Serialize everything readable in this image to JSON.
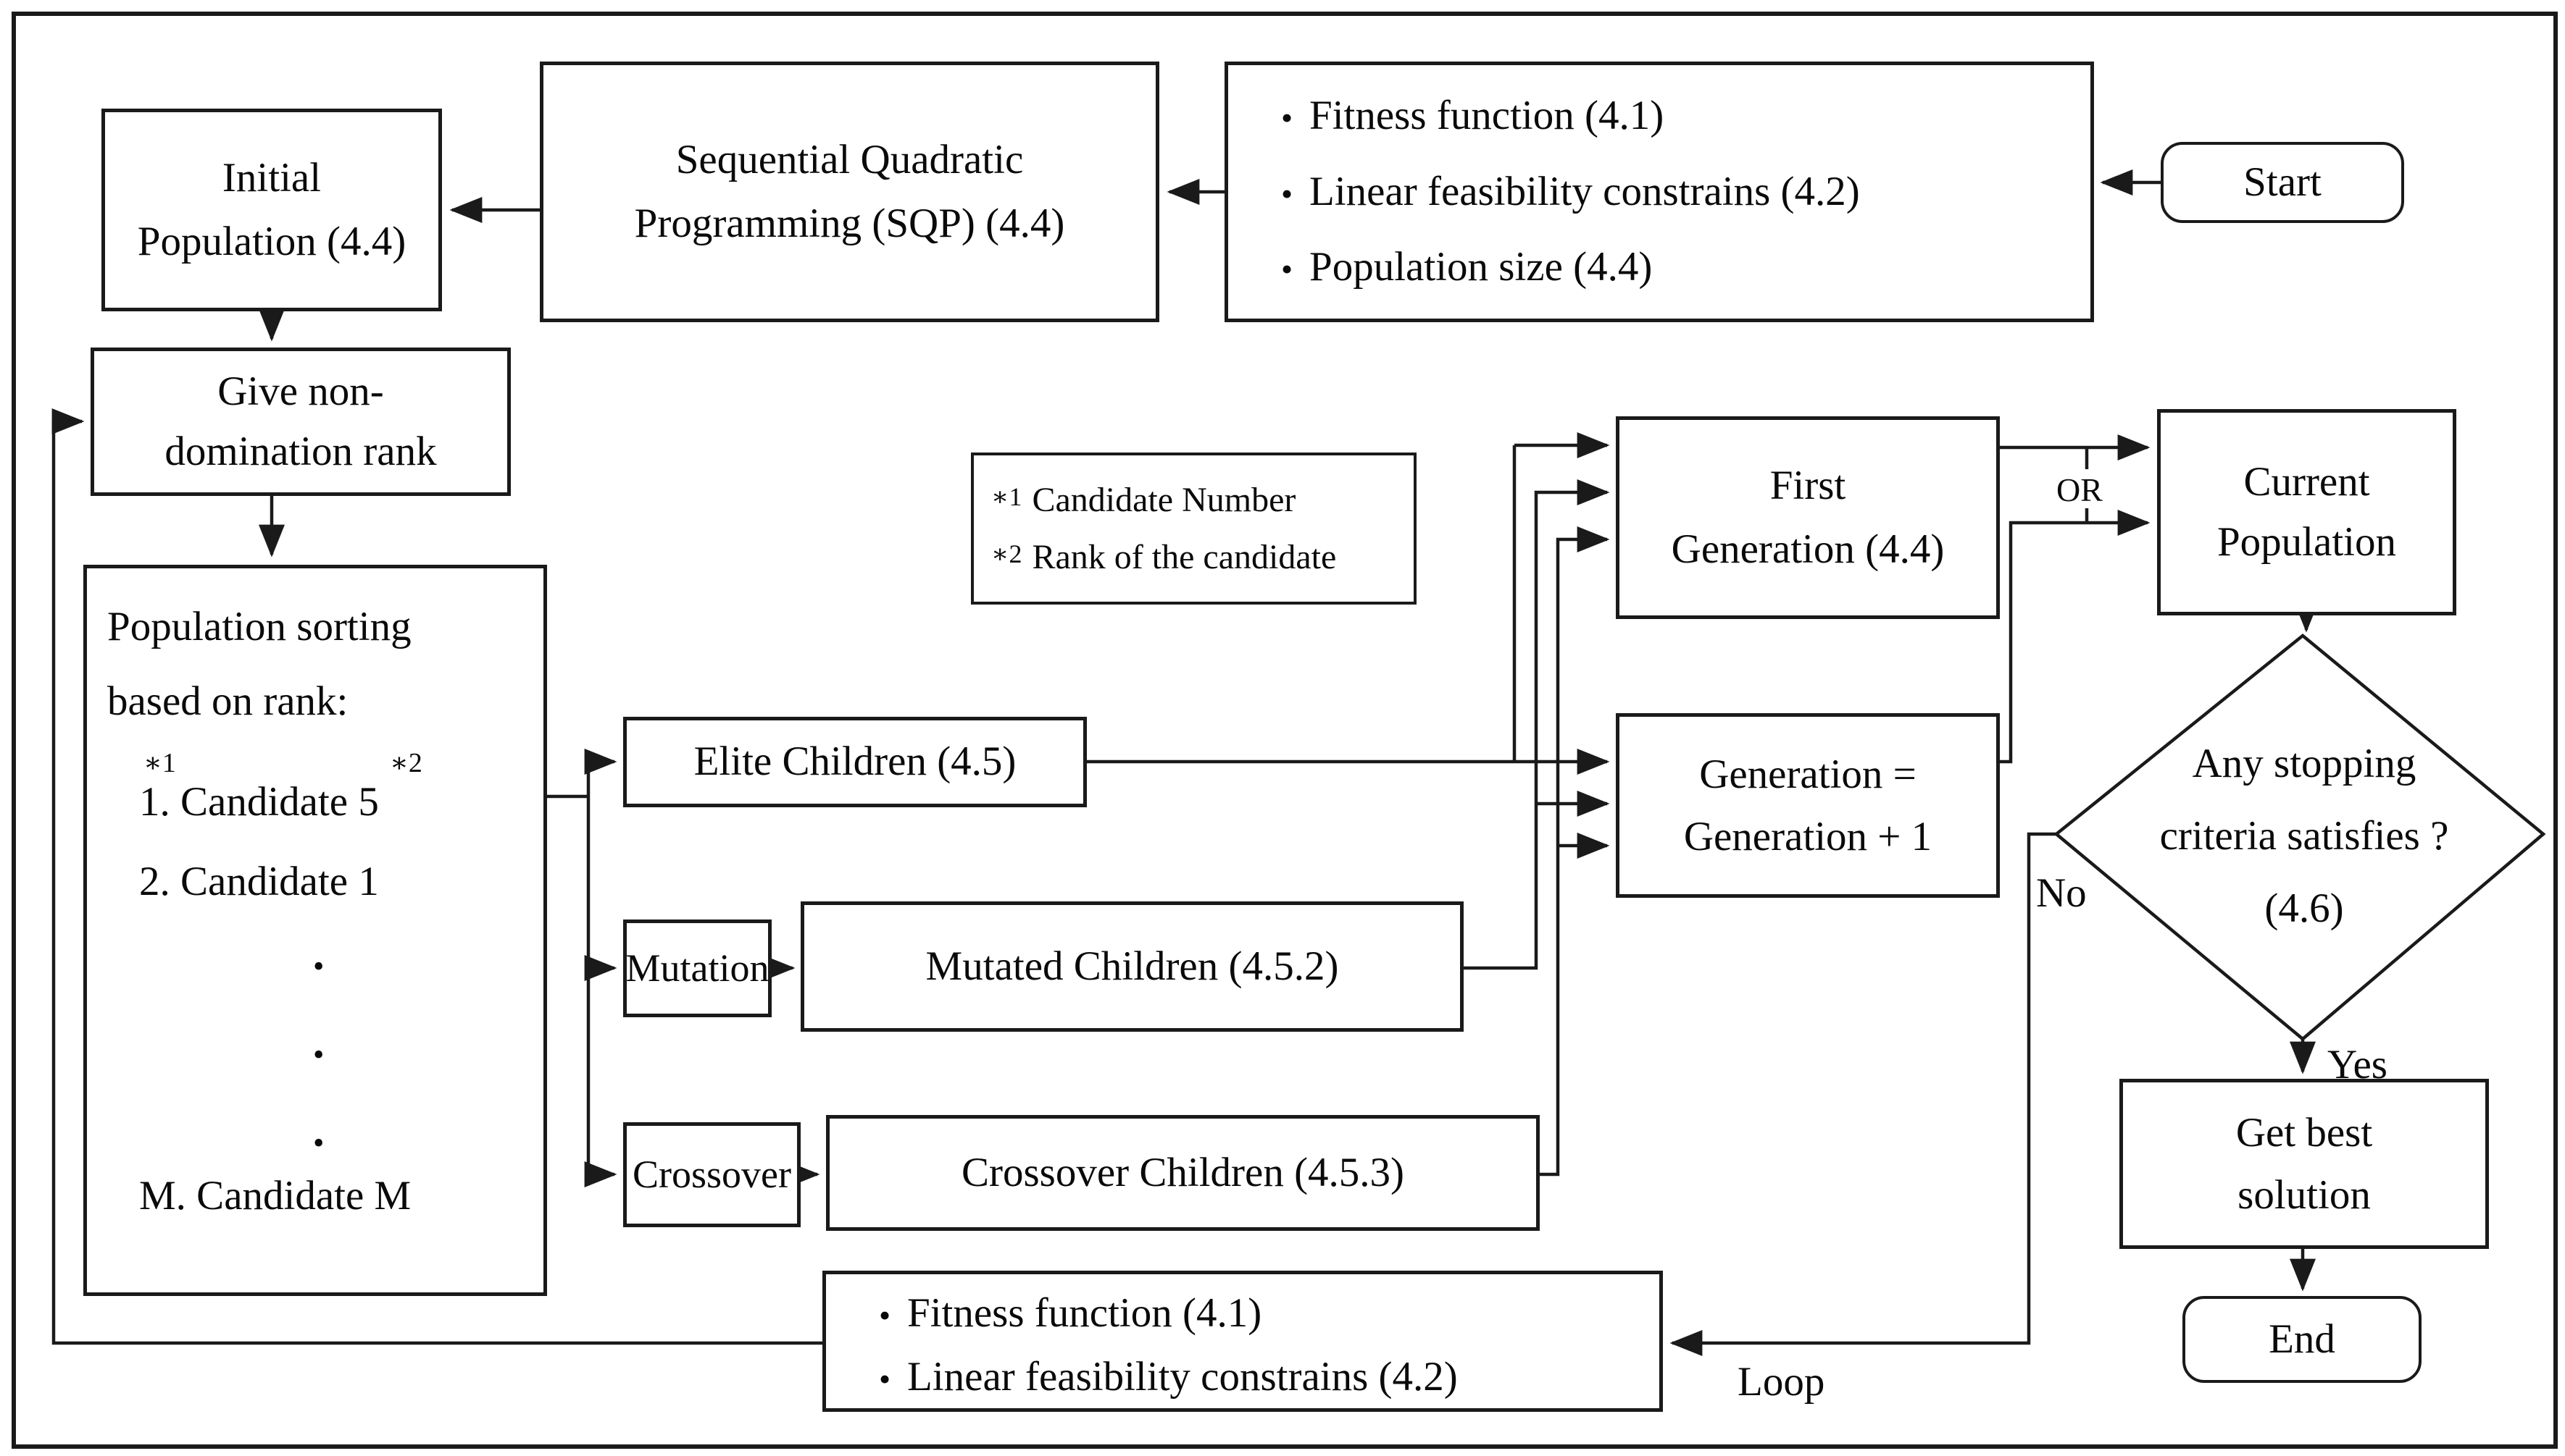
{
  "figure": {
    "bullet_icon": "•",
    "dot_icon": "•",
    "nodes": {
      "start": {
        "label": "Start"
      },
      "inputs_top": {
        "items": [
          "Fitness function (4.1)",
          "Linear feasibility constrains (4.2)",
          "Population size (4.4)"
        ]
      },
      "sqp": {
        "lines": [
          "Sequential Quadratic",
          "Programming (SQP) (4.4)"
        ]
      },
      "initial_population": {
        "lines": [
          "Initial",
          "Population (4.4)"
        ]
      },
      "give_rank": {
        "lines": [
          "Give non-",
          "domination rank"
        ]
      },
      "sorting": {
        "title_lines": [
          "Population sorting",
          "based on rank:"
        ],
        "sup1": "∗1",
        "sup2": "∗2",
        "item1": "1. Candidate 5",
        "item2": "2. Candidate 1",
        "dots": [
          "•",
          "•",
          "•"
        ],
        "last_item": "M. Candidate M"
      },
      "note": {
        "line1": {
          "marker": "∗1",
          "text": "Candidate Number"
        },
        "line2": {
          "marker": "∗2",
          "text": "Rank of the candidate"
        }
      },
      "elite": {
        "label": "Elite Children (4.5)"
      },
      "mutation": {
        "label": "Mutation"
      },
      "mutated_children": {
        "label": "Mutated Children (4.5.2)"
      },
      "crossover": {
        "label": "Crossover"
      },
      "crossover_children": {
        "label": "Crossover Children (4.5.3)"
      },
      "first_generation": {
        "lines": [
          "First",
          "Generation (4.4)"
        ]
      },
      "current_population": {
        "lines": [
          "Current",
          "Population"
        ]
      },
      "generation_inc": {
        "lines": [
          "Generation =",
          "Generation + 1"
        ]
      },
      "decision": {
        "lines": [
          "Any stopping",
          "criteria satisfies ?",
          "(4.6)"
        ]
      },
      "get_best": {
        "lines": [
          "Get best",
          "solution"
        ]
      },
      "end": {
        "label": "End"
      },
      "inputs_bottom": {
        "items": [
          "Fitness function (4.1)",
          "Linear feasibility constrains (4.2)"
        ]
      }
    },
    "labels": {
      "or": "OR",
      "no": "No",
      "yes": "Yes",
      "loop": "Loop"
    },
    "colors": {
      "ink": "#1a1a1a",
      "background": "#ffffff"
    }
  }
}
